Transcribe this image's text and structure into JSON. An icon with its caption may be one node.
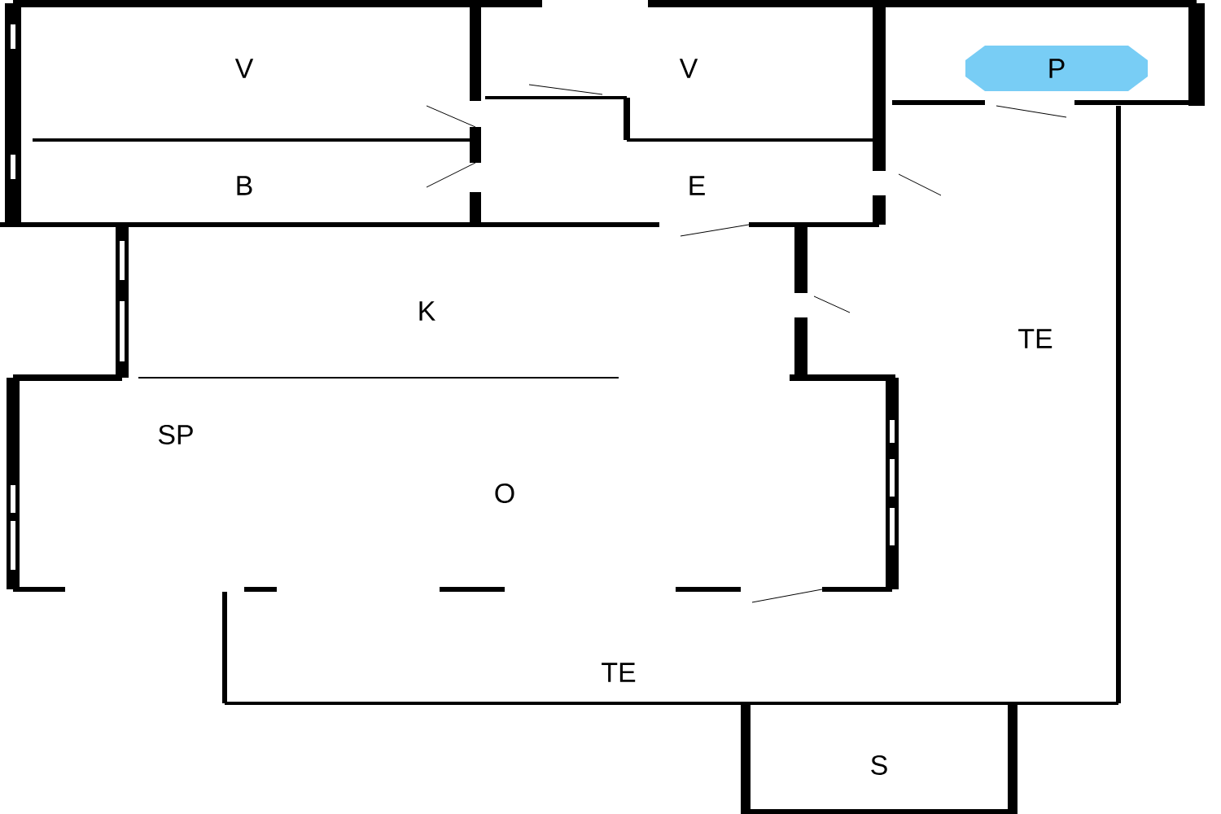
{
  "diagram": {
    "nodes": [
      {
        "text": [
          "P"
        ]
      }
    ],
    "labels": [
      "V",
      "V",
      "B",
      "E",
      "K",
      "TE",
      "SP",
      "O",
      "TE",
      "S"
    ]
  }
}
